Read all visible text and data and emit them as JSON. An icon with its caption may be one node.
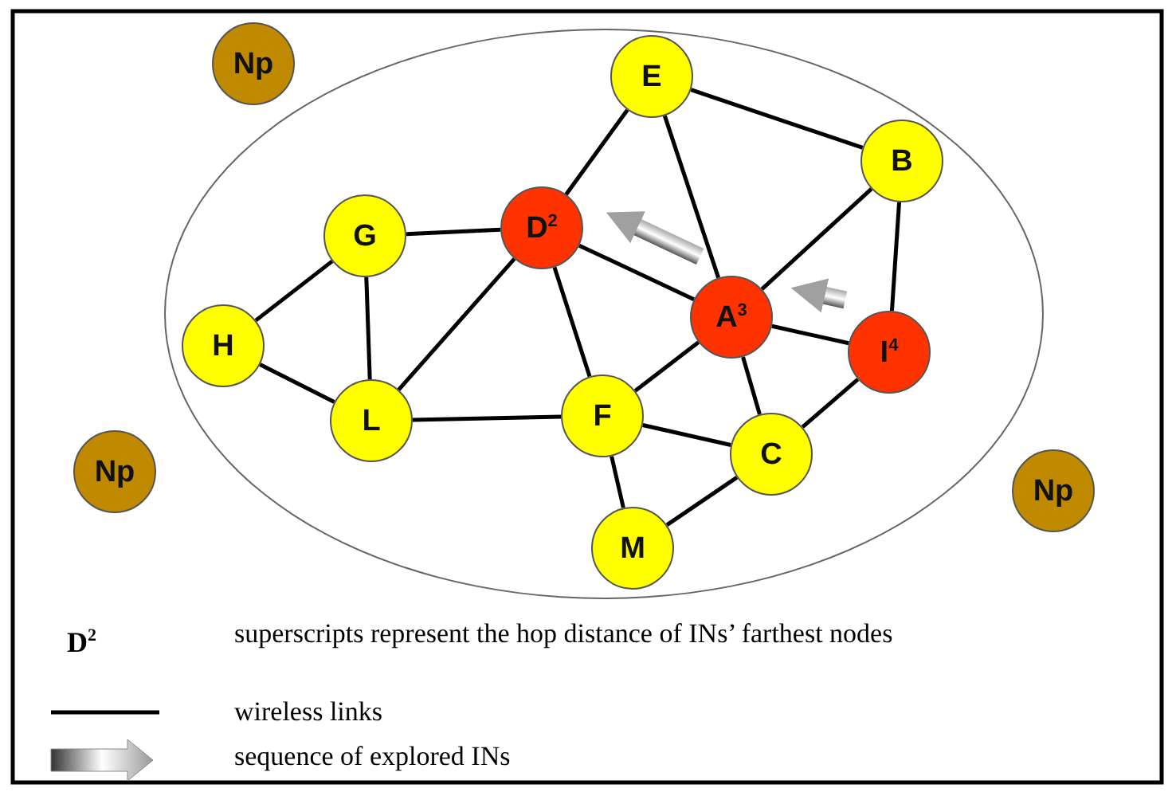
{
  "diagram": {
    "nodes": [
      {
        "text": [],
        "shape": "ellipse"
      },
      {
        "text": [
          "Np"
        ]
      },
      {
        "text": [
          "E"
        ],
        "in": 0
      },
      {
        "text": [
          "B"
        ],
        "in": 0
      },
      {
        "text": [
          "G"
        ],
        "in": 0
      },
      {
        "text": [
          "D$^{2}$"
        ],
        "in": 0
      },
      {
        "text": [
          "A$^{3}$"
        ],
        "in": 0
      },
      {
        "text": [
          "I$^{4}$"
        ],
        "in": 0
      },
      {
        "text": [
          "H"
        ],
        "in": 0
      },
      {
        "text": [
          "L"
        ],
        "in": 0
      },
      {
        "text": [
          "F"
        ],
        "in": 0
      },
      {
        "text": [
          "C"
        ],
        "in": 0
      },
      {
        "text": [
          "M"
        ],
        "in": 0
      },
      {
        "text": [
          "Np"
        ]
      },
      {
        "text": [
          "Np"
        ]
      }
    ],
    "edges": [
      {
        "from": 2,
        "to": 5,
        "arrow": "none"
      },
      {
        "from": 2,
        "to": 6,
        "arrow": "none"
      },
      {
        "from": 2,
        "to": 3,
        "arrow": "none"
      },
      {
        "from": 3,
        "to": 6,
        "arrow": "none"
      },
      {
        "from": 3,
        "to": 7,
        "arrow": "none"
      },
      {
        "from": 4,
        "to": 5,
        "arrow": "none"
      },
      {
        "from": 4,
        "to": 8,
        "arrow": "none"
      },
      {
        "from": 4,
        "to": 9,
        "arrow": "none"
      },
      {
        "from": 8,
        "to": 9,
        "arrow": "none"
      },
      {
        "from": 5,
        "to": 9,
        "arrow": "none"
      },
      {
        "from": 5,
        "to": 10,
        "arrow": "none"
      },
      {
        "from": 5,
        "to": 6,
        "arrow": "none"
      },
      {
        "from": 6,
        "to": 7,
        "arrow": "none"
      },
      {
        "from": 6,
        "to": 10,
        "arrow": "none"
      },
      {
        "from": 6,
        "to": 11,
        "arrow": "none"
      },
      {
        "from": 7,
        "to": 11,
        "arrow": "none"
      },
      {
        "from": 9,
        "to": 10,
        "arrow": "none"
      },
      {
        "from": 10,
        "to": 11,
        "arrow": "none"
      },
      {
        "from": 10,
        "to": 12,
        "arrow": "none"
      },
      {
        "from": 12,
        "to": 11,
        "arrow": "none"
      },
      {
        "from": 7,
        "to": 6,
        "arrow": "to",
        "style": "thick",
        "color": "#a0a0a0"
      },
      {
        "from": 6,
        "to": 5,
        "arrow": "to",
        "style": "thick",
        "color": "#a0a0a0"
      }
    ],
    "labels": [
      "D$^{2}$"
    ],
    "legend": [
      {
        "text": "superscripts represent the hop distance of INs’ farthest nodes"
      },
      {
        "text": "wireless links"
      },
      {
        "text": "sequence of explored INs"
      }
    ]
  }
}
